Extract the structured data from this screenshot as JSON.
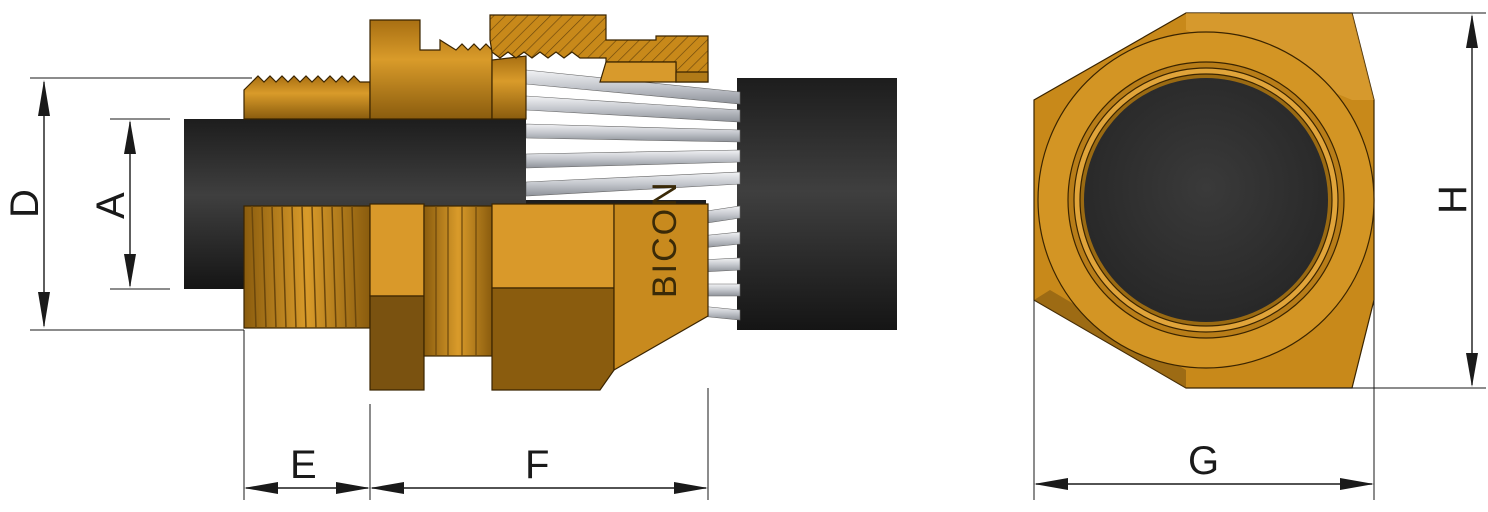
{
  "labels": {
    "D": "D",
    "A": "A",
    "E": "E",
    "F": "F",
    "G": "G",
    "H": "H"
  },
  "brand": "BICON",
  "colors": {
    "brass": "#C8891A",
    "brass_light": "#E2A93A",
    "brass_dark": "#7A5210",
    "cable": "#2E2E2E",
    "armour": "#C9CCD2"
  }
}
